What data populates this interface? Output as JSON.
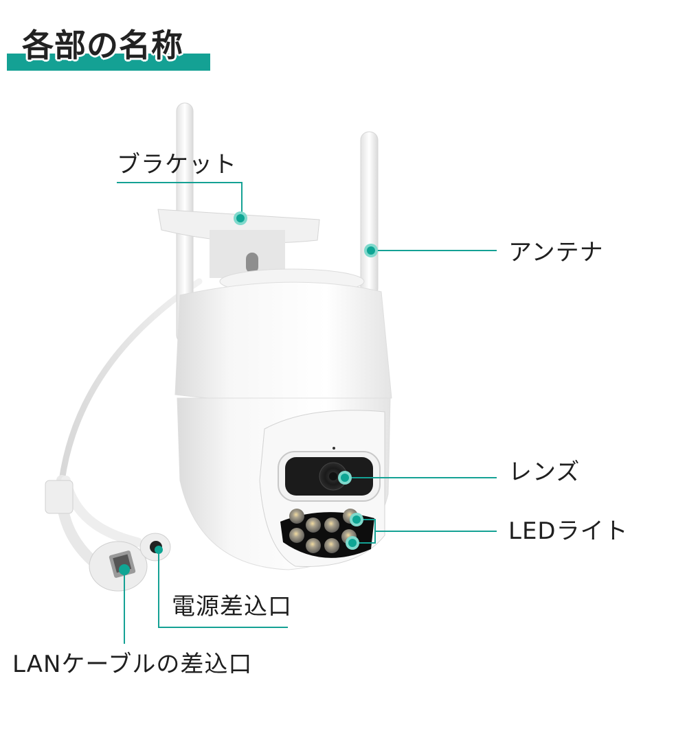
{
  "header": {
    "title": "各部の名称",
    "accent_color": "#14a194"
  },
  "product": {
    "type": "PTZ security camera",
    "color": "#ffffff"
  },
  "callouts": [
    {
      "id": "bracket",
      "label": "ブラケット"
    },
    {
      "id": "antenna",
      "label": "アンテナ"
    },
    {
      "id": "lens",
      "label": "レンズ"
    },
    {
      "id": "led",
      "label": "LEDライト"
    },
    {
      "id": "power",
      "label": "電源差込口"
    },
    {
      "id": "lan",
      "label": "LANケーブルの差込口"
    }
  ],
  "colors": {
    "callout_line": "#14a194",
    "callout_dot": "#0fa594",
    "callout_dot_halo": "#7fd9cc",
    "label_text": "#1f1f1f"
  }
}
